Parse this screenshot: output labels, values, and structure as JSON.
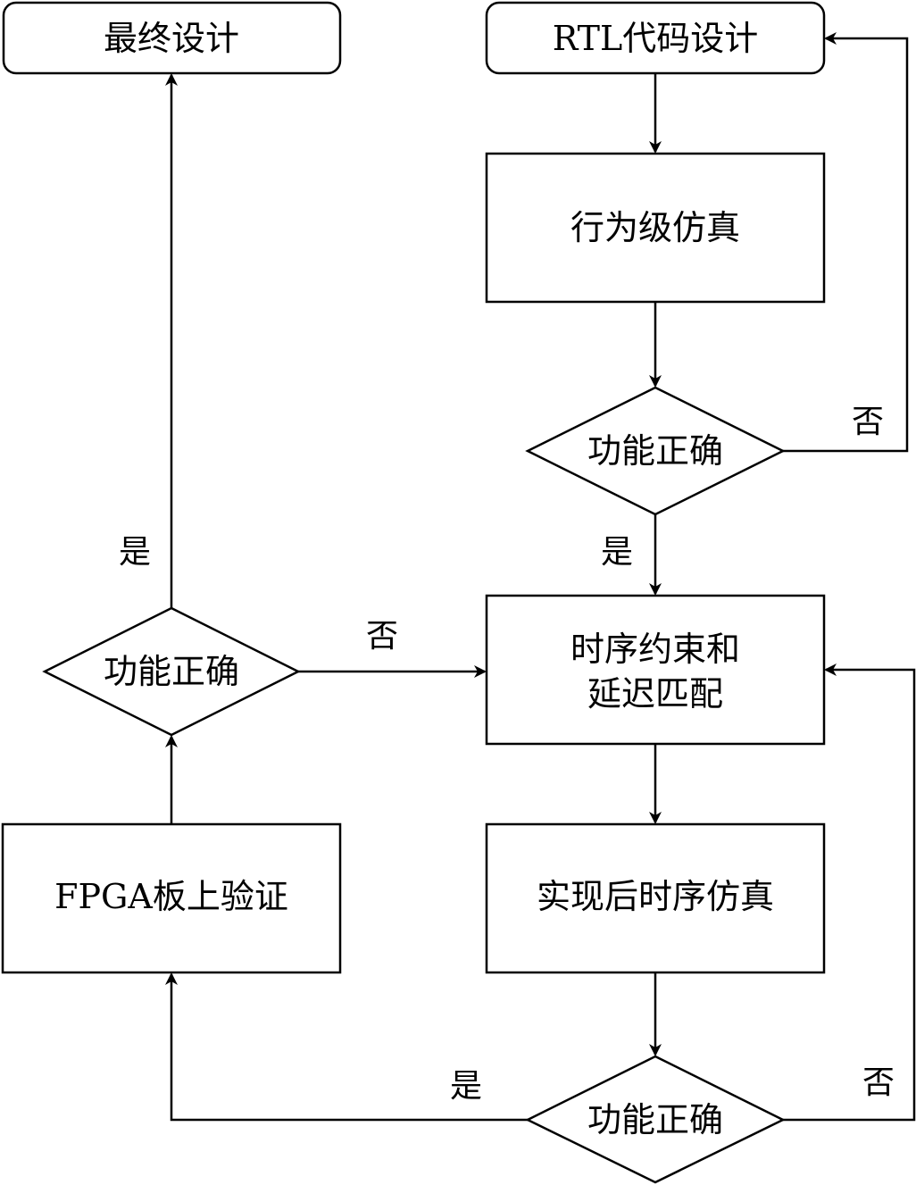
{
  "nodes": {
    "final_design": "最终设计",
    "rtl_design": "RTL代码设计",
    "behavioral_sim": "行为级仿真",
    "check1": "功能正确",
    "timing_line1": "时序约束和",
    "timing_line2": "延迟匹配",
    "post_impl_sim": "实现后时序仿真",
    "check3": "功能正确",
    "fpga_verify": "FPGA板上验证",
    "check2": "功能正确"
  },
  "edges": {
    "check1_no": "否",
    "check1_yes": "是",
    "check2_yes": "是",
    "check2_no": "否",
    "check3_yes": "是",
    "check3_no": "否"
  },
  "colors": {
    "stroke": "#000000",
    "fill": "#ffffff"
  }
}
